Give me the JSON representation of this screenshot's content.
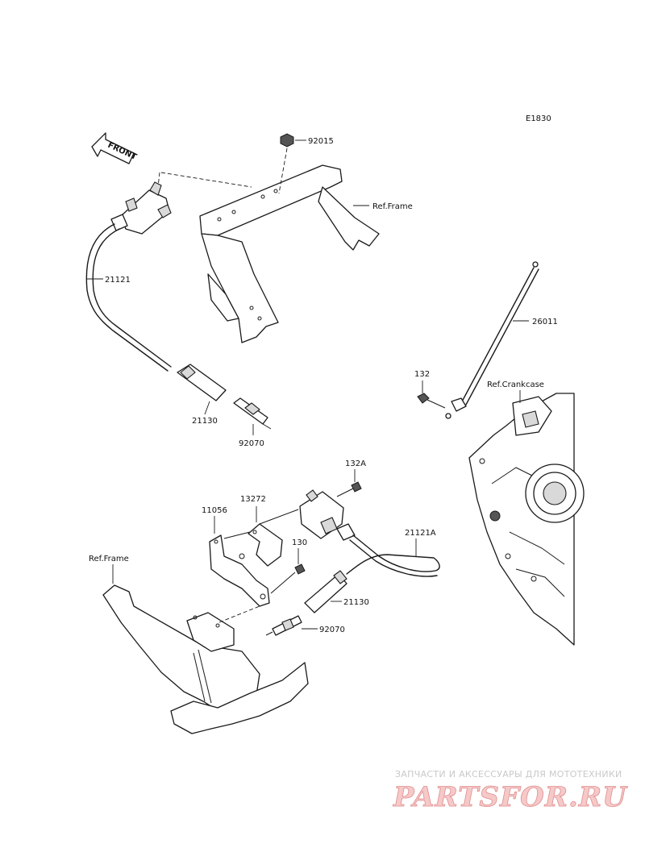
{
  "diagram_code": "E1830",
  "front_marker": "FRONT",
  "labels": {
    "p92015": "92015",
    "ref_frame_top": "Ref.Frame",
    "p21121": "21121",
    "p21130_top": "21130",
    "p92070_top": "92070",
    "p26011": "26011",
    "p132": "132",
    "ref_crankcase": "Ref.Crankcase",
    "p132A": "132A",
    "p13272": "13272",
    "p11056": "11056",
    "p21121A": "21121A",
    "p130": "130",
    "ref_frame_bottom": "Ref.Frame",
    "p21130_bottom": "21130",
    "p92070_bottom": "92070"
  },
  "watermark": {
    "tagline": "ЗАПЧАСТИ И АКСЕССУАРЫ ДЛЯ МОТОТЕХНИКИ",
    "brand": "PARTSFOR.RU"
  }
}
